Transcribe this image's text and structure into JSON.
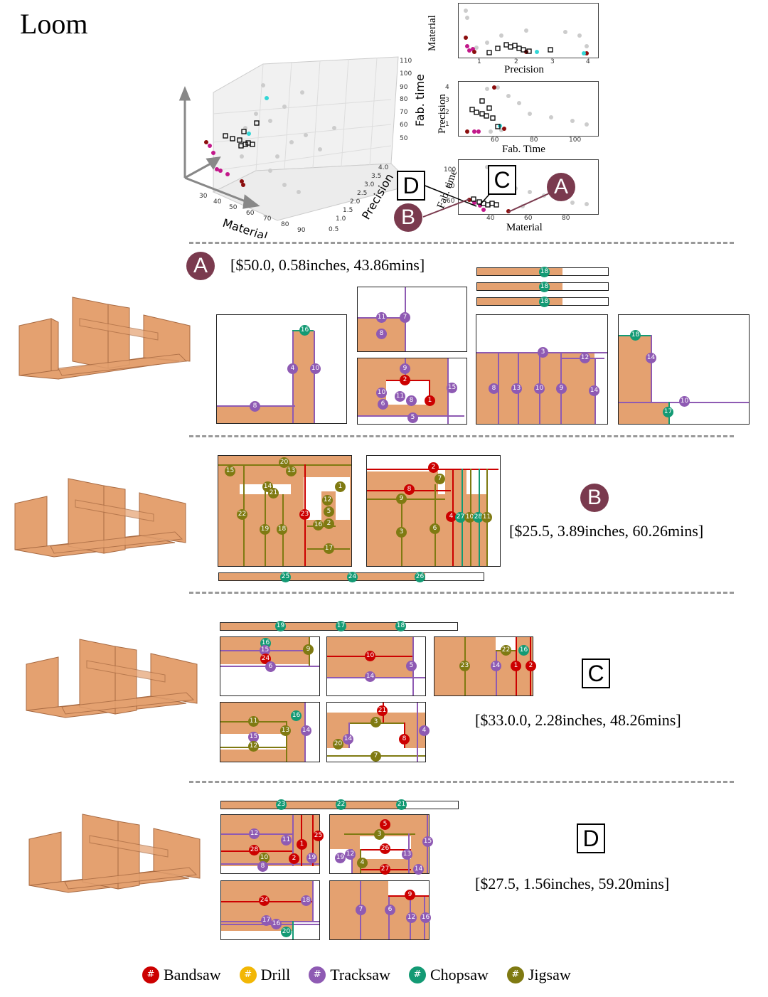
{
  "title": "Loom",
  "scatter3d": {
    "x_label": "Material",
    "y_label": "Precision",
    "z_label": "Fab. time",
    "x_ticks": [
      "30",
      "40",
      "50",
      "60",
      "70",
      "80",
      "90"
    ],
    "y_ticks": [
      "0.5",
      "1.0",
      "1.5",
      "2.0",
      "2.5",
      "3.0",
      "3.5",
      "4.0"
    ],
    "z_ticks": [
      "50",
      "60",
      "70",
      "80",
      "90",
      "100",
      "110"
    ]
  },
  "scatter2d": [
    {
      "x_label": "Precision",
      "y_label": "Material",
      "x_ticks": [
        "1",
        "2",
        "3",
        "4"
      ]
    },
    {
      "x_label": "Fab. Time",
      "y_label": "Precision",
      "x_ticks": [
        "60",
        "80",
        "100"
      ],
      "y_ticks": [
        "1",
        "2",
        "3",
        "4"
      ]
    },
    {
      "x_label": "Material",
      "y_label": "Fab. time",
      "x_ticks": [
        "40",
        "60",
        "80"
      ],
      "y_ticks": [
        "60",
        "80",
        "100"
      ]
    }
  ],
  "callouts": {
    "A": "A",
    "B": "B",
    "C": "C",
    "D": "D"
  },
  "designs": [
    {
      "letter": "A",
      "stats": "[$50.0, 0.58inches, 43.86mins]"
    },
    {
      "letter": "B",
      "stats": "[$25.5, 3.89inches, 60.26mins]"
    },
    {
      "letter": "C",
      "stats": "[$33.0.0, 2.28inches, 48.26mins]"
    },
    {
      "letter": "D",
      "stats": "[$27.5, 1.56inches, 59.20mins]"
    }
  ],
  "legend": [
    {
      "symbol": "#",
      "label": "Bandsaw",
      "color": "#cc0000"
    },
    {
      "symbol": "#",
      "label": "Drill",
      "color": "#f2b705"
    },
    {
      "symbol": "#",
      "label": "Tracksaw",
      "color": "#8e5ab3"
    },
    {
      "symbol": "#",
      "label": "Chopsaw",
      "color": "#139a74"
    },
    {
      "symbol": "#",
      "label": "Jigsaw",
      "color": "#7f7a12"
    }
  ],
  "colors": {
    "wood": "#e4a170",
    "callout": "#7a3a4e",
    "separator": "#999999"
  }
}
